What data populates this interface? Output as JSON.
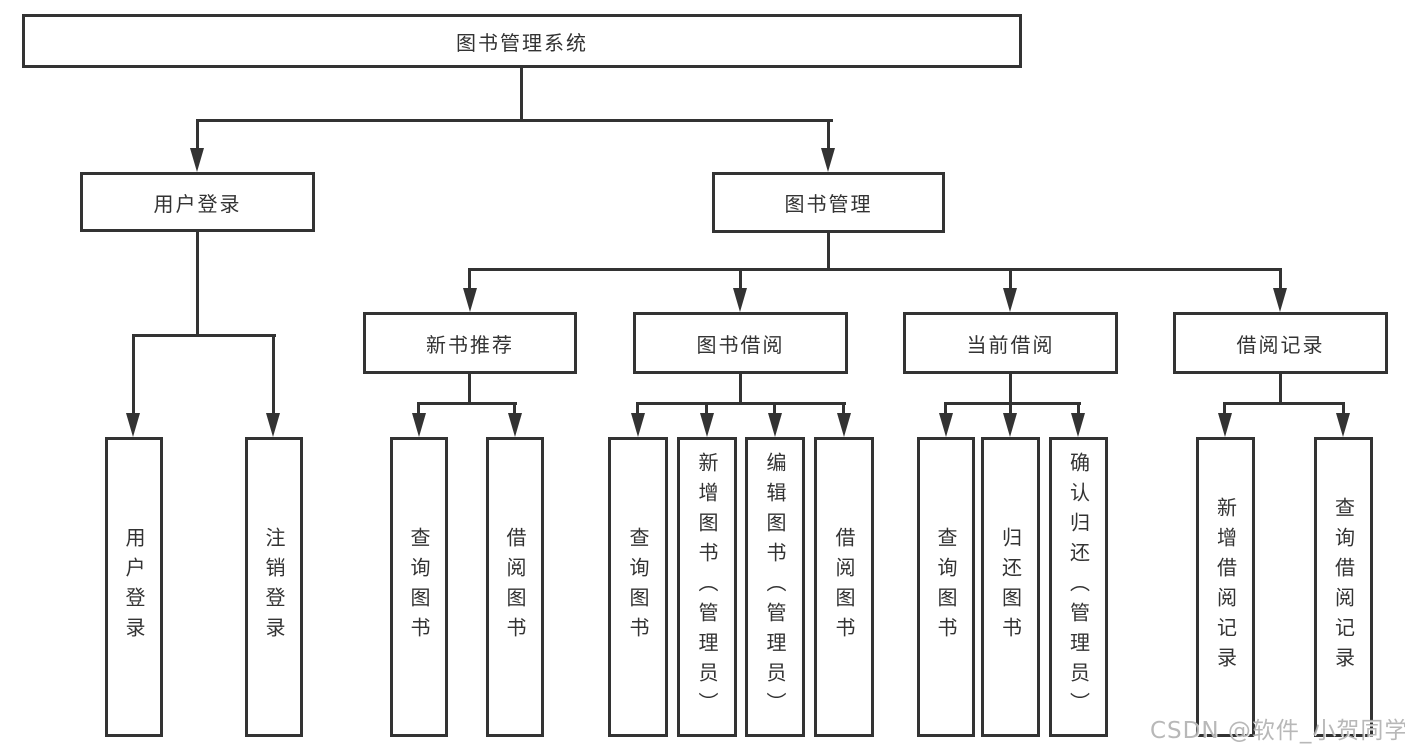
{
  "colors": {
    "line": "#333333",
    "text": "#333333",
    "watermark": "#aeaeae"
  },
  "tree": {
    "label": "图书管理系统",
    "children": [
      {
        "label": "用户登录",
        "children": [
          {
            "label": "用户登录"
          },
          {
            "label": "注销登录"
          }
        ]
      },
      {
        "label": "图书管理",
        "children": [
          {
            "label": "新书推荐",
            "children": [
              {
                "label": "查询图书"
              },
              {
                "label": "借阅图书"
              }
            ]
          },
          {
            "label": "图书借阅",
            "children": [
              {
                "label": "查询图书"
              },
              {
                "label": "新增图书（管理员）"
              },
              {
                "label": "编辑图书（管理员）"
              },
              {
                "label": "借阅图书"
              }
            ]
          },
          {
            "label": "当前借阅",
            "children": [
              {
                "label": "查询图书"
              },
              {
                "label": "归还图书"
              },
              {
                "label": "确认归还（管理员）"
              }
            ]
          },
          {
            "label": "借阅记录",
            "children": [
              {
                "label": "新增借阅记录"
              },
              {
                "label": "查询借阅记录"
              }
            ]
          }
        ]
      }
    ]
  },
  "watermark": {
    "text": "CSDN @软件_小贺同学"
  }
}
